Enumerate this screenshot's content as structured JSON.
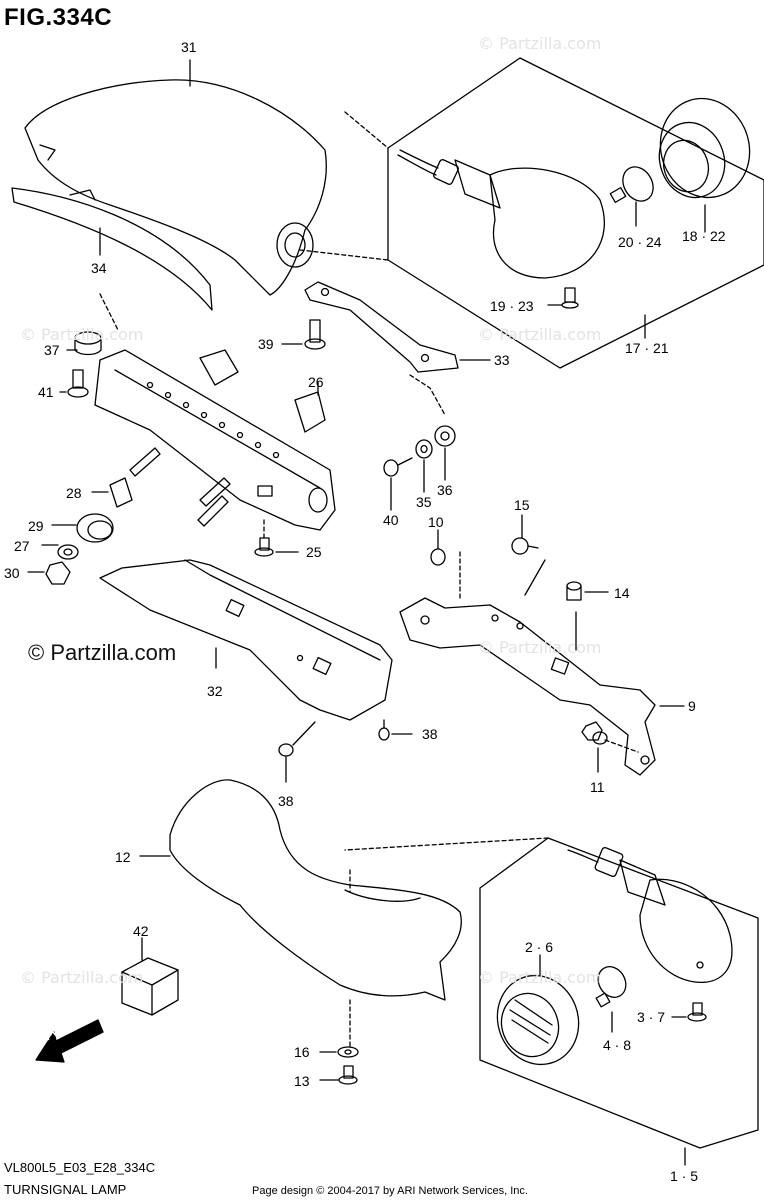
{
  "figure_title": "FIG.334C",
  "watermark_main": "© Partzilla.com",
  "watermark_faint": "© Partzilla.com",
  "fwd_label": "FWD",
  "footer": {
    "model_code": "VL800L5_E03_E28_334C",
    "section_name": "TURNSIGNAL LAMP",
    "copyright": "Page design © 2004-2017 by ARI Network Services, Inc."
  },
  "callouts": {
    "p31": "31",
    "p34": "34",
    "p37": "37",
    "p39": "39",
    "p41": "41",
    "p26": "26",
    "p33": "33",
    "p28": "28",
    "p29": "29",
    "p27": "27",
    "p30": "30",
    "p25": "25",
    "p40": "40",
    "p35": "35",
    "p36": "36",
    "p10": "10",
    "p15": "15",
    "p14": "14",
    "p32": "32",
    "p38a": "38",
    "p38b": "38",
    "p9": "9",
    "p11": "11",
    "p12": "12",
    "p42": "42",
    "p16": "16",
    "p13": "13",
    "p20_24": "20 · 24",
    "p18_22": "18 · 22",
    "p19_23": "19 · 23",
    "p17_21": "17 · 21",
    "p2_6": "2 · 6",
    "p3_7": "3 · 7",
    "p4_8": "4 · 8",
    "p1_5": "1 · 5"
  }
}
